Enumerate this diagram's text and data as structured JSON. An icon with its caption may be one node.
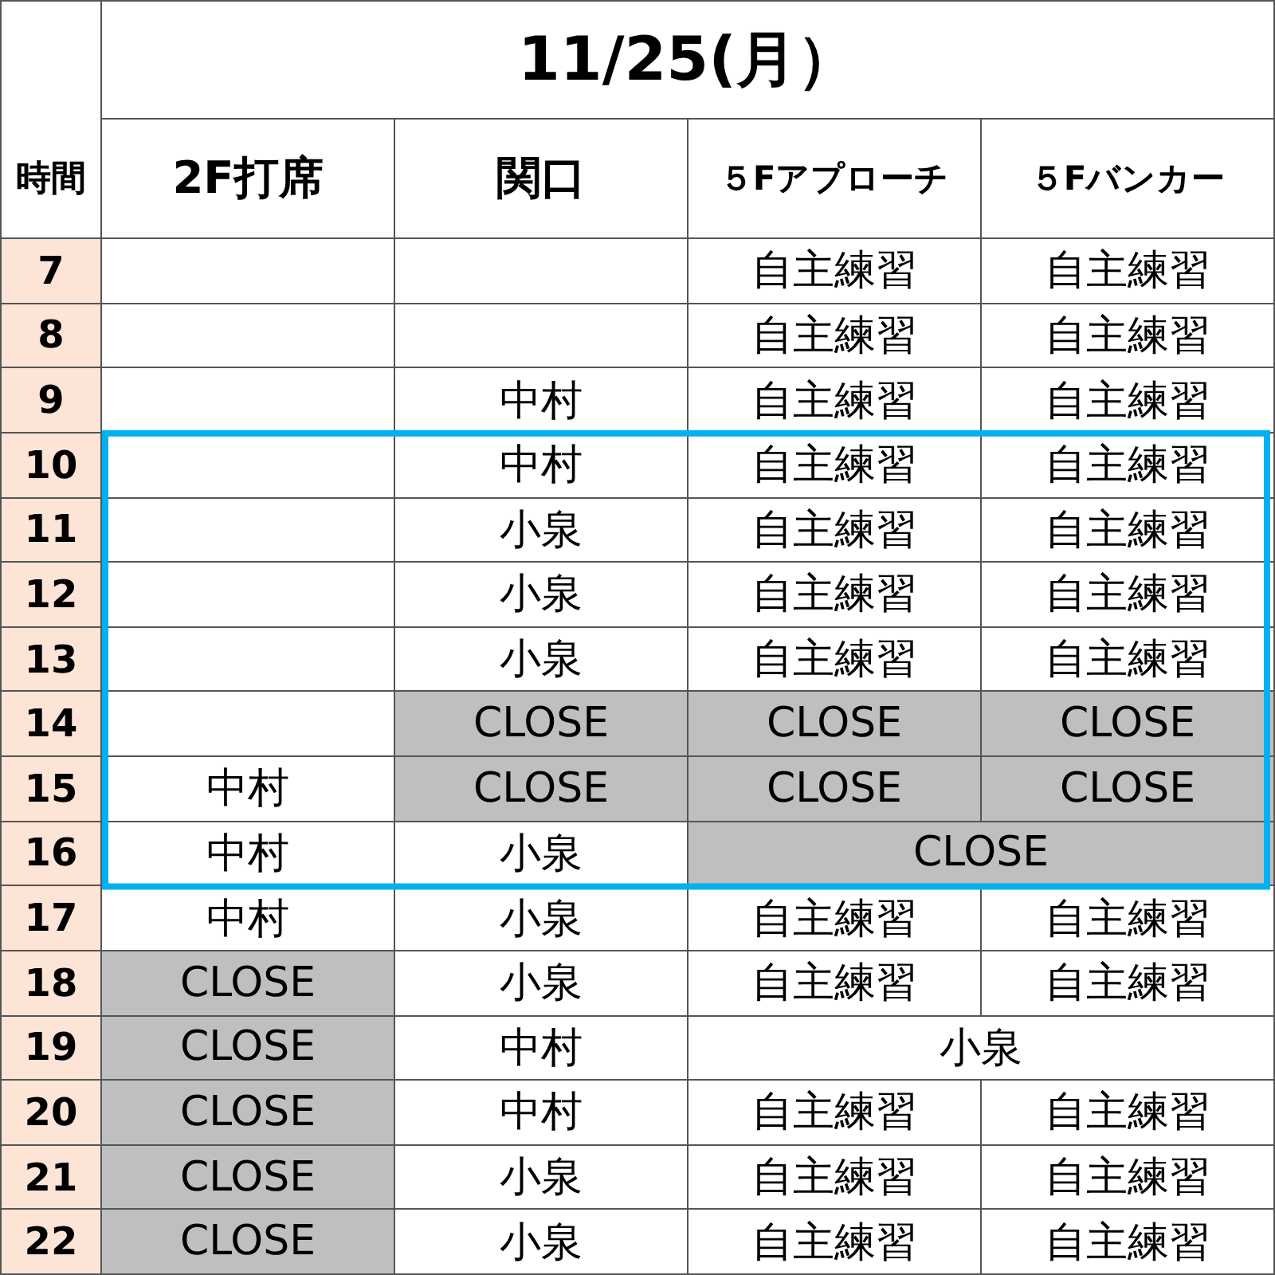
{
  "diagram": {
    "title": "11/25(月）",
    "labels": [
      "時間",
      "2F打席",
      "関口",
      "５Fアプローチ",
      "５Fバンカー",
      "7",
      "自主練習",
      "自主練習",
      "8",
      "自主練習",
      "自主練習",
      "9",
      "中村",
      "自主練習",
      "自主練習",
      "10",
      "中村",
      "自主練習",
      "自主練習",
      "11",
      "小泉",
      "自主練習",
      "自主練習",
      "12",
      "小泉",
      "自主練習",
      "自主練習",
      "13",
      "小泉",
      "自主練習",
      "自主練習",
      "14",
      "CLOSE",
      "CLOSE",
      "CLOSE",
      "15",
      "中村",
      "CLOSE",
      "CLOSE",
      "CLOSE",
      "16",
      "中村",
      "小泉",
      "CLOSE",
      "17",
      "中村",
      "小泉",
      "自主練習",
      "自主練習",
      "18",
      "CLOSE",
      "小泉",
      "自主練習",
      "自主練習",
      "19",
      "CLOSE",
      "中村",
      "小泉",
      "20",
      "CLOSE",
      "中村",
      "自主練習",
      "自主練習",
      "21",
      "CLOSE",
      "小泉",
      "自主練習",
      "自主練習",
      "22",
      "CLOSE",
      "小泉",
      "自主練習",
      "自主練習"
    ]
  }
}
